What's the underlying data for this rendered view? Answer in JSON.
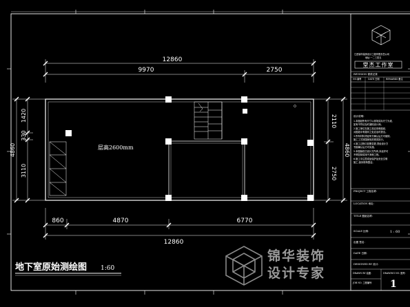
{
  "title_block": {
    "company_name_line1": "江西锦华装饰设计工程有限责任公司",
    "company_name_line2": "地址:一二三四五",
    "logo_text": "堂杰工作室",
    "revision_label": "REVISION 修改记录",
    "rev_no_label": "NO.编号",
    "rev_date_label": "DATE 日期",
    "rev_remarks_label": "REMARKS 备注",
    "notes_title": "设计说明:",
    "notes_lines": [
      "1.本图纸所有尺寸以现场实际尺寸为准,",
      "  如有不符请及时通知设计师。",
      "2.施工单位在施工前应熟悉图纸,",
      "  对图纸中有疑问之处应及时提出。",
      "3.所有材料须经甲方确认后方可使用,",
      "  施工工艺按国家相关规范执行。",
      "4.施工过程中如需变更,须经设计方",
      "  书面确认后方可实施。",
      "5.本图版权归设计方所有,未经许可",
      "  不得复制或用于其他工程。",
      "6.施工中注意成品保护及安全文明",
      "  施工,保持现场整洁。"
    ],
    "project_label": "PROJECT 工程名称:",
    "location_label": "LOCATION 地址:",
    "title_label": "TITLE 图纸名称:",
    "scale_label": "SCALE 比例:",
    "scale_value": "1 : 60",
    "drawn_label": "出图 签名:",
    "date_label": "DATE 日期:",
    "designed_label": "DESIGNED BY 设计:",
    "drawn_by_label": "DRAWN BY 绘图:",
    "drawing_no_label": "DRAWING NO. 图号:",
    "job_no_label": "JOB NO. 工程编号:",
    "sheet_number": "1"
  },
  "plan": {
    "room_label": "层高2600mm",
    "drawing_title": "地下室原始测绘图",
    "drawing_scale": "1:60",
    "dims": {
      "top_overall": "12860",
      "top_left": "9970",
      "top_right": "2750",
      "bottom_overall": "12860",
      "bottom_left": "860",
      "bottom_mid": "4870",
      "bottom_right": "6770",
      "left_overall": "4860",
      "left_top": "1420",
      "left_mid": "330",
      "left_bottom": "3110",
      "right_overall": "4860",
      "right_top": "2110",
      "right_bottom": "2750"
    }
  },
  "watermark": {
    "line1": "锦华装饰",
    "line2": "设计专家"
  }
}
